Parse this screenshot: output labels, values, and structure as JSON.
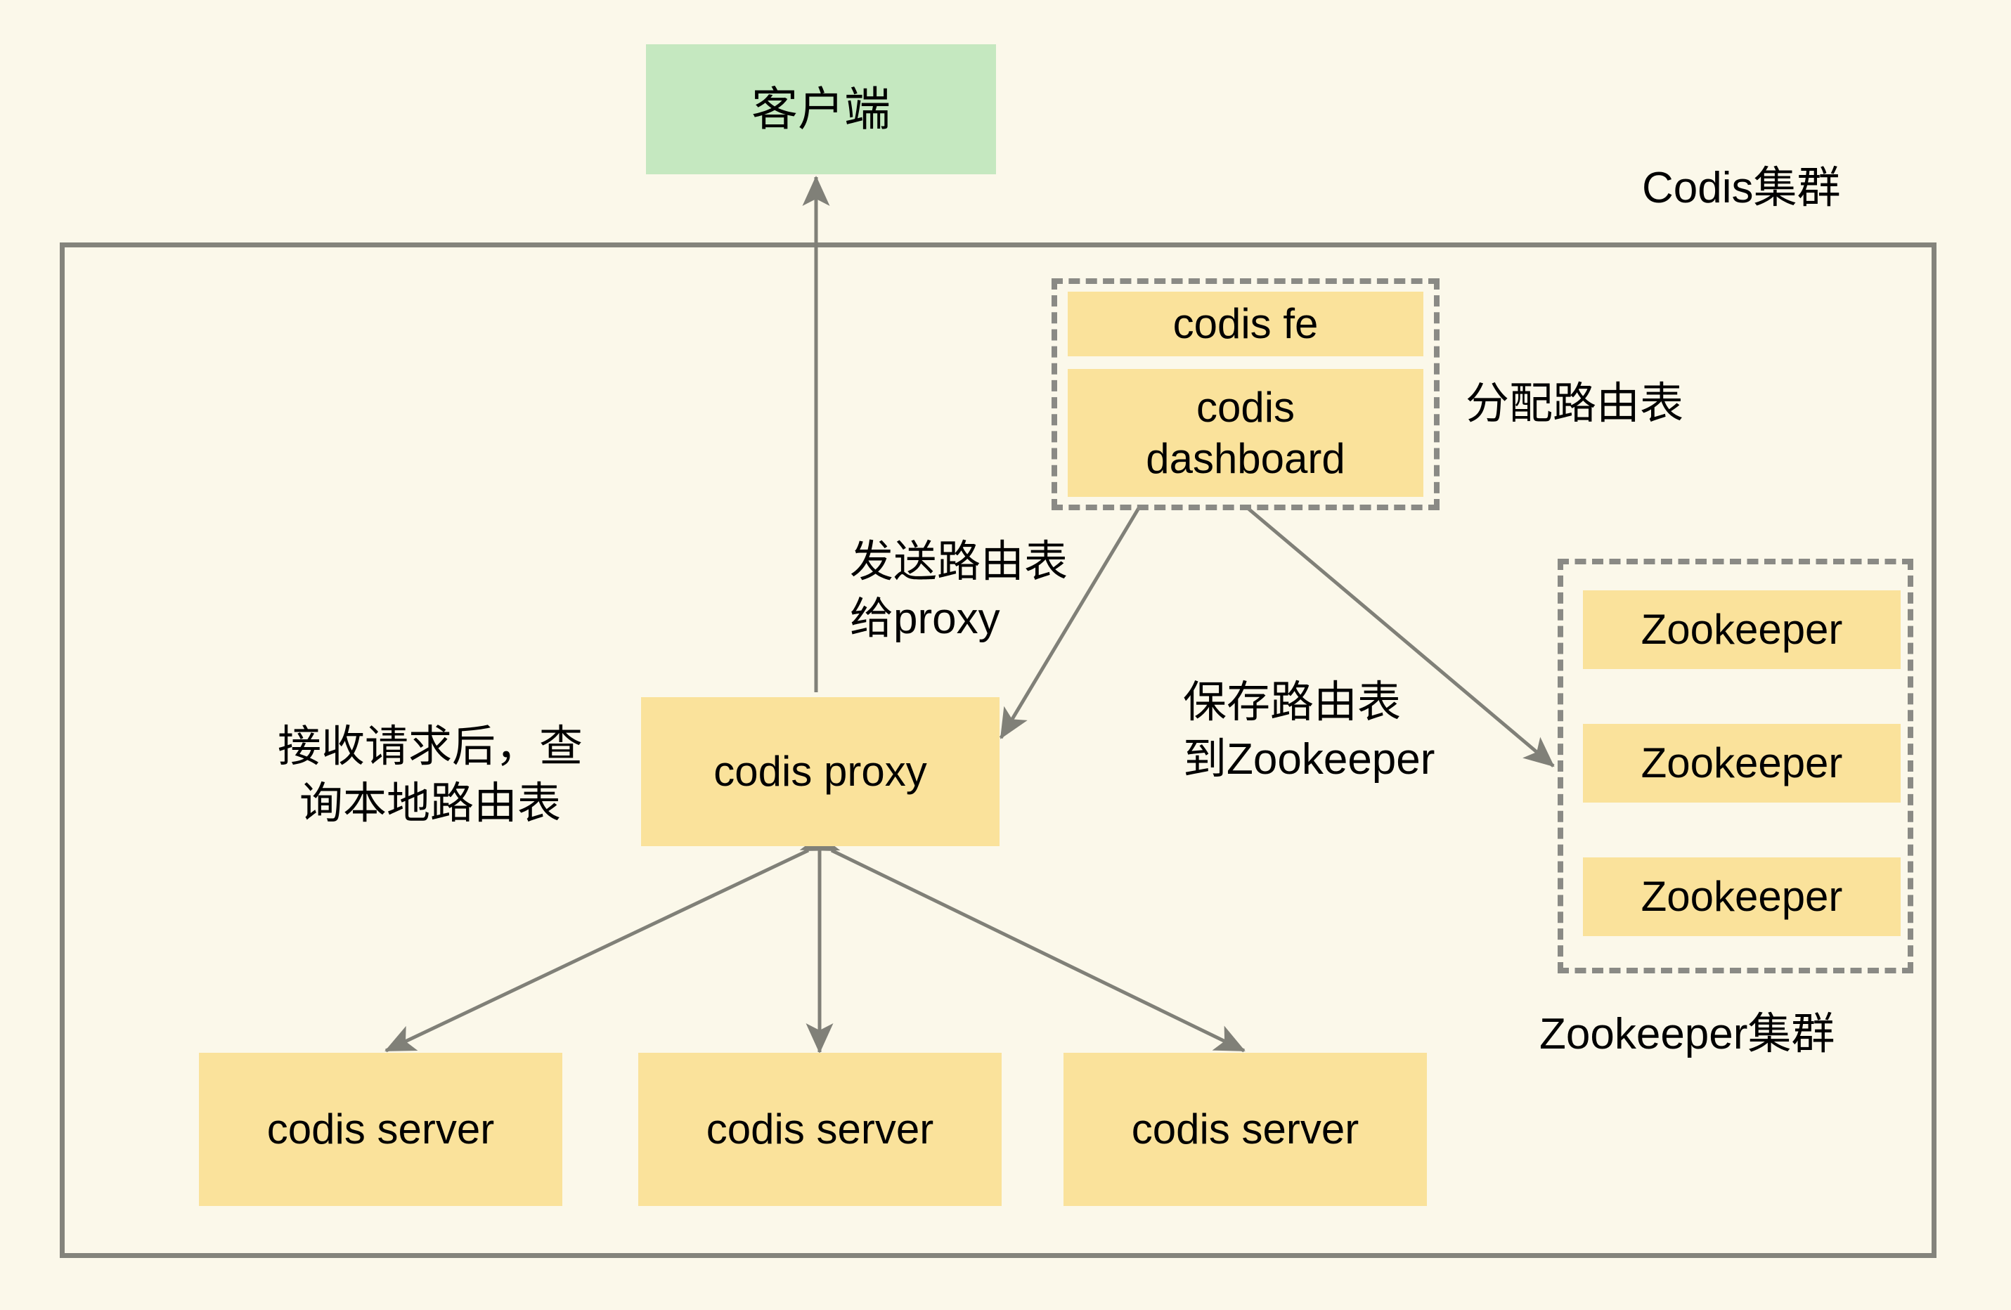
{
  "diagram": {
    "title_labels": {
      "codis_cluster": "Codis集群",
      "zookeeper_cluster": "Zookeeper集群"
    },
    "colors": {
      "background": "#fbf8ea",
      "client_fill": "#c5e8c0",
      "node_fill": "#fae29b",
      "cluster_border": "#84847c",
      "group_border": "#8a8a85",
      "edge": "#808078",
      "text": "#000000"
    },
    "nodes": {
      "client": "客户端",
      "codis_fe": "codis fe",
      "codis_dashboard": "codis\ndashboard",
      "codis_proxy": "codis proxy",
      "zookeeper_1": "Zookeeper",
      "zookeeper_2": "Zookeeper",
      "zookeeper_3": "Zookeeper",
      "codis_server_1": "codis server",
      "codis_server_2": "codis server",
      "codis_server_3": "codis server"
    },
    "edge_labels": {
      "assign_route_table": "分配路由表",
      "send_route_table_to_proxy": "发送路由表\n给proxy",
      "save_route_table_to_zookeeper": "保存路由表\n到Zookeeper",
      "query_local_route_table": "接收请求后，查\n询本地路由表"
    },
    "edges": [
      {
        "name": "client-to-proxy",
        "from": "codis proxy",
        "to": "客户端",
        "direction": "bidirectional"
      },
      {
        "name": "dashboard-to-proxy",
        "from": "codis dashboard",
        "to": "codis proxy",
        "direction": "one-way"
      },
      {
        "name": "dashboard-to-zookeeper",
        "from": "codis dashboard",
        "to": "Zookeeper",
        "direction": "one-way"
      },
      {
        "name": "proxy-to-server-1",
        "from": "codis proxy",
        "to": "codis server",
        "direction": "bidirectional"
      },
      {
        "name": "proxy-to-server-2",
        "from": "codis proxy",
        "to": "codis server",
        "direction": "bidirectional"
      },
      {
        "name": "proxy-to-server-3",
        "from": "codis proxy",
        "to": "codis server",
        "direction": "bidirectional"
      }
    ]
  }
}
